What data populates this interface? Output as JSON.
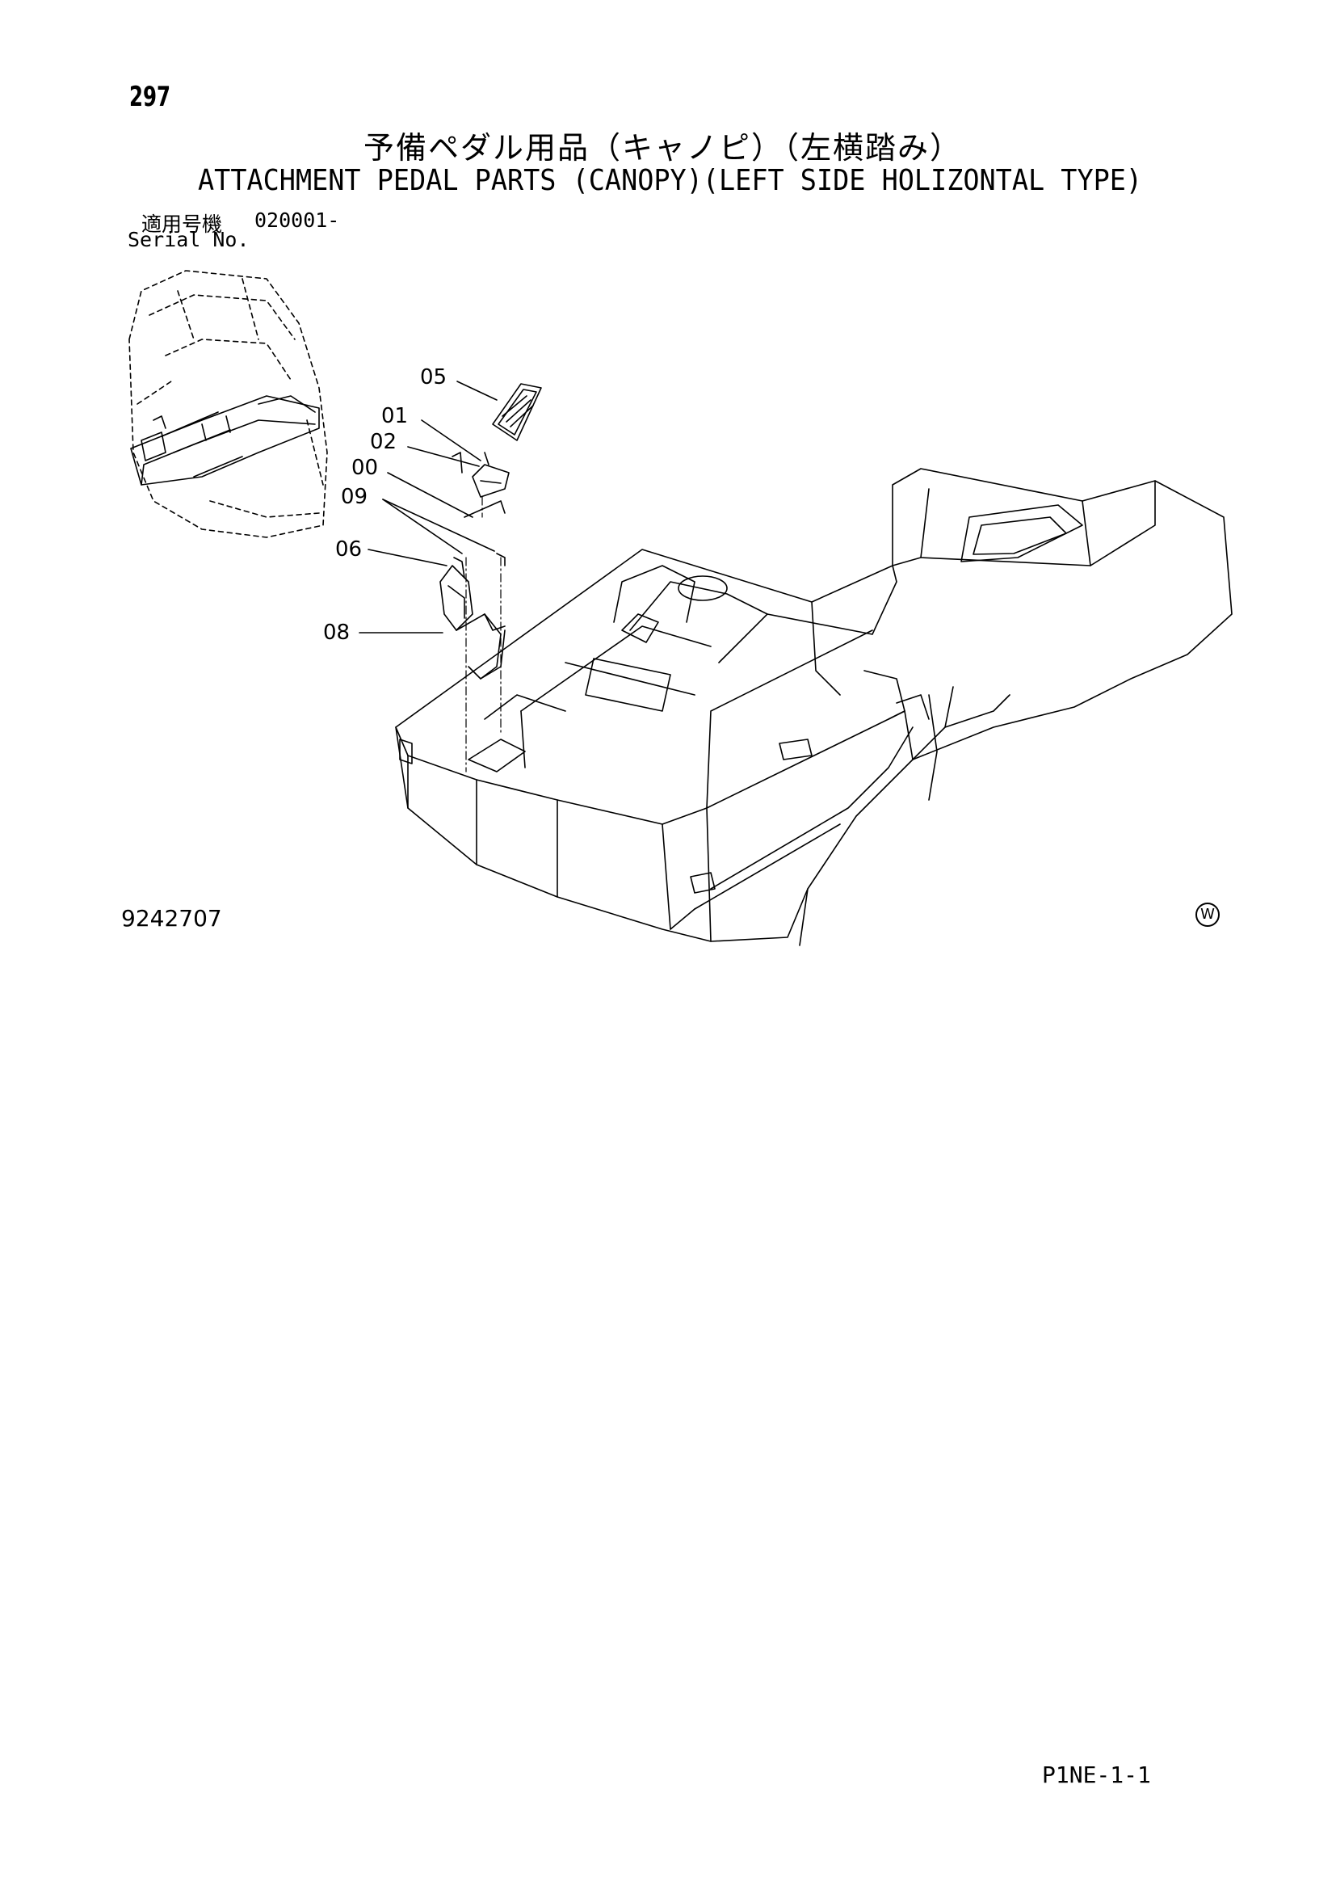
{
  "header": {
    "page_number": "297",
    "title_jp": "予備ペダル用品（キャノピ）（左横踏み）",
    "title_en": "ATTACHMENT PEDAL PARTS (CANOPY)(LEFT SIDE HOLIZONTAL TYPE)",
    "serial_label_jp": "適用号機",
    "serial_value": "020001-",
    "serial_label_en": "Serial No."
  },
  "callouts": [
    {
      "id": "05",
      "label": "05"
    },
    {
      "id": "01",
      "label": "01"
    },
    {
      "id": "02",
      "label": "02"
    },
    {
      "id": "00",
      "label": "00"
    },
    {
      "id": "09",
      "label": "09"
    },
    {
      "id": "06",
      "label": "06"
    },
    {
      "id": "08",
      "label": "08"
    }
  ],
  "footer": {
    "figure_number": "9242707",
    "maker_mark": "W",
    "page_code": "P1NE-1-1"
  }
}
